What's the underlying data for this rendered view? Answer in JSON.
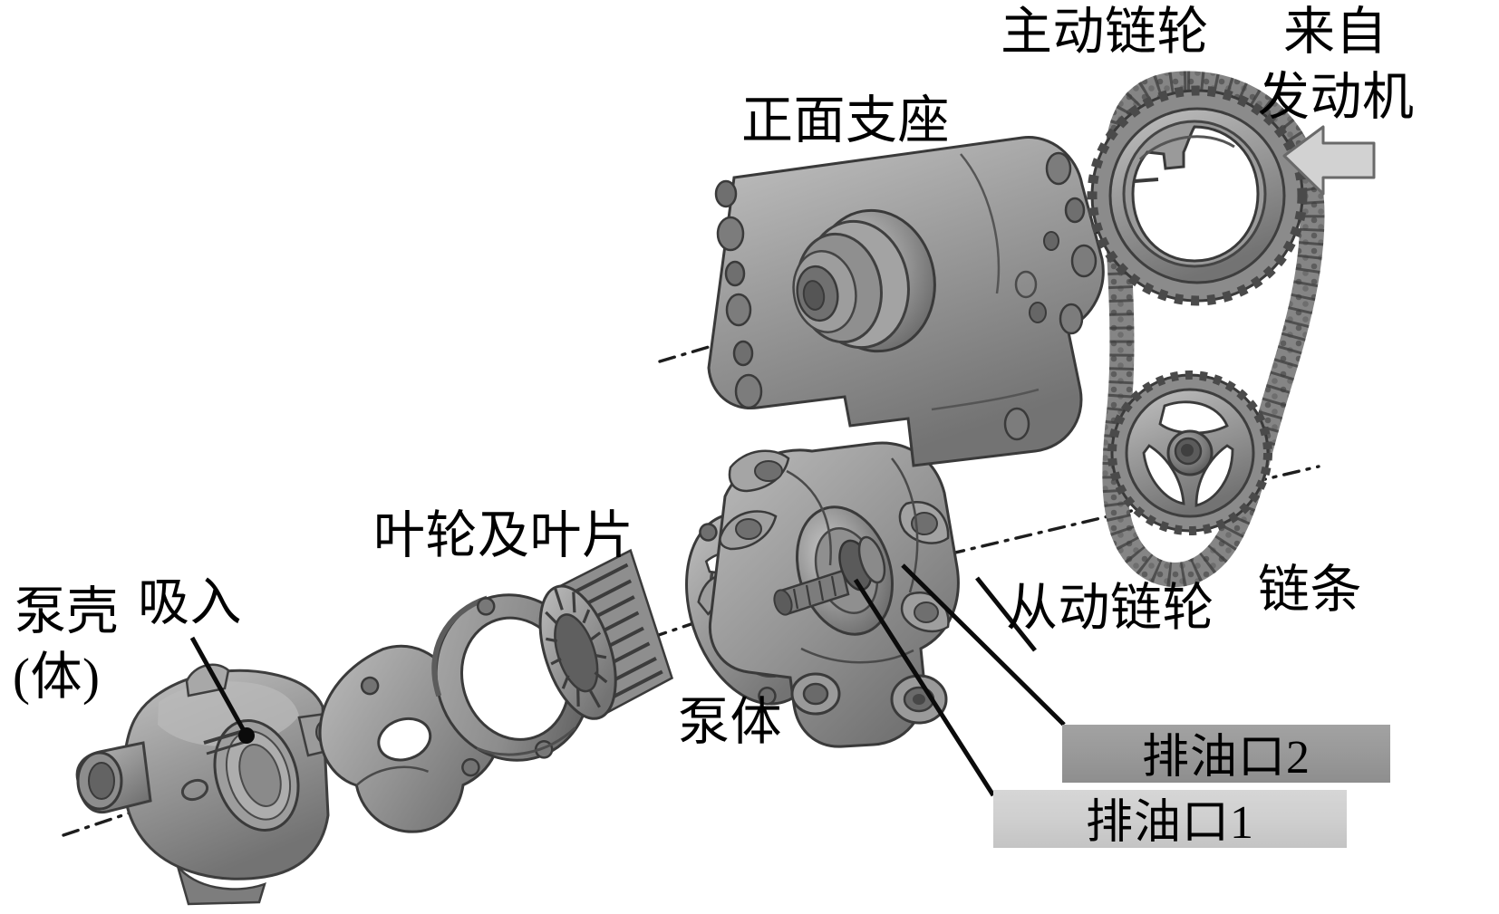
{
  "figure": {
    "kind": "exploded-assembly-diagram",
    "subject": "vane oil pump and chain drive exploded view",
    "background_color": "#ffffff",
    "ink_color": "#000000"
  },
  "labels": {
    "front_bracket": "正面支座",
    "drive_sprocket": "主动链轮",
    "from_engine_line1": "来自",
    "from_engine_line2": "发动机",
    "impeller_and_vanes": "叶轮及叶片",
    "pump_housing_line1": "泵壳",
    "pump_housing_line2": "(体)",
    "suction": "吸入",
    "pump_body": "泵体",
    "driven_sprocket": "从动链轮",
    "chain": "链条"
  },
  "callouts": [
    {
      "text": "排油口2",
      "style": "dark",
      "fill": "#9a9a9a"
    },
    {
      "text": "排油口1",
      "style": "light",
      "fill": "#cfcfcf"
    }
  ],
  "icons": {
    "engine_input_arrow": "left-arrow-icon",
    "centerline": "axis-centerline"
  },
  "parts": [
    {
      "name": "pump-housing",
      "label_ref": "pump_housing_line1"
    },
    {
      "name": "cam-plate",
      "label_ref": "impeller_and_vanes"
    },
    {
      "name": "cam-ring",
      "label_ref": "impeller_and_vanes"
    },
    {
      "name": "vane-rotor",
      "label_ref": "impeller_and_vanes"
    },
    {
      "name": "pump-cover-plate",
      "label_ref": "pump_body"
    },
    {
      "name": "pump-body",
      "label_ref": "pump_body"
    },
    {
      "name": "front-bracket",
      "label_ref": "front_bracket"
    },
    {
      "name": "drive-sprocket",
      "label_ref": "drive_sprocket"
    },
    {
      "name": "driven-sprocket",
      "label_ref": "driven_sprocket"
    },
    {
      "name": "drive-chain",
      "label_ref": "chain"
    }
  ],
  "palette": {
    "metal_light": "#b4b4b4",
    "metal_mid": "#949494",
    "metal_dark": "#6e6e6e",
    "metal_shadow": "#4e4e4e",
    "outline": "#3a3a3a",
    "callout_dark": "#9a9a9a",
    "callout_light": "#cfcfcf"
  }
}
